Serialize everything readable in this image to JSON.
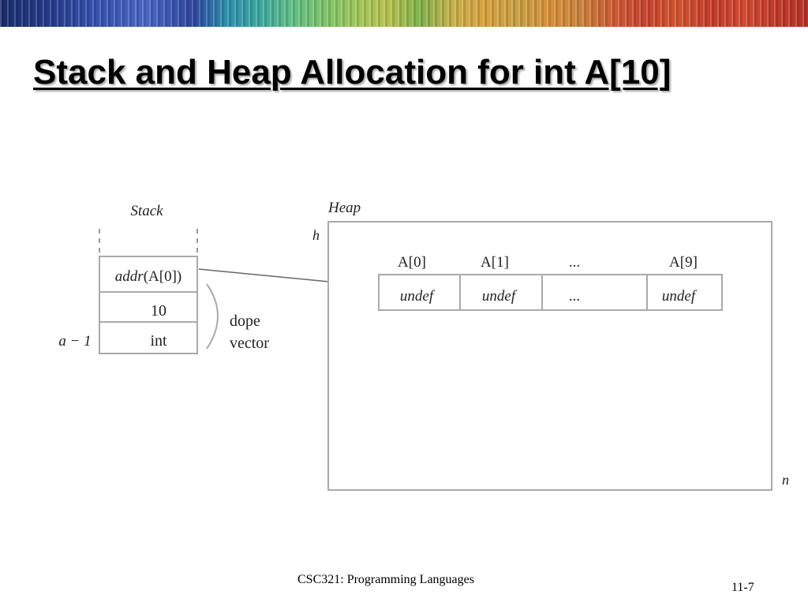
{
  "slide": {
    "title": "Stack and Heap Allocation for int A[10]",
    "footer_course": "CSC321: Programming Languages",
    "footer_page": "11-7"
  },
  "diagram": {
    "stack": {
      "label": "Stack",
      "cells": [
        "addr(A[0])",
        "10",
        "int"
      ],
      "side_label": "a − 1",
      "brace_label": [
        "dope",
        "vector"
      ]
    },
    "heap": {
      "label": "Heap",
      "top_marker": "h",
      "bottom_marker": "n",
      "headers": [
        "A[0]",
        "A[1]",
        "...",
        "A[9]"
      ],
      "cells": [
        "undef",
        "undef",
        "...",
        "undef"
      ]
    }
  }
}
